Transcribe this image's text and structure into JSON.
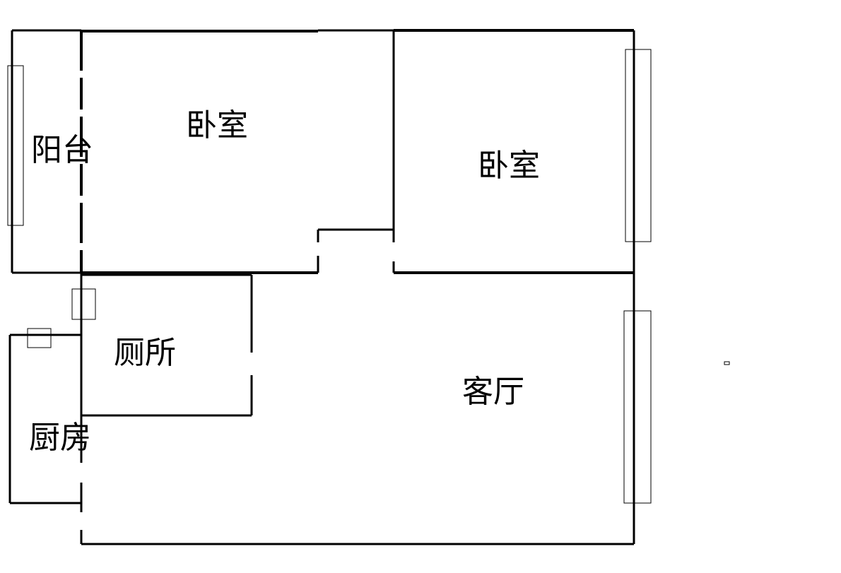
{
  "rooms": {
    "balcony": "阳台",
    "bedroom_left": "卧室",
    "bedroom_right": "卧室",
    "toilet": "厕所",
    "kitchen": "厨房",
    "living_room": "客厅"
  },
  "colors": {
    "wall": "#000000",
    "background": "#ffffff"
  }
}
